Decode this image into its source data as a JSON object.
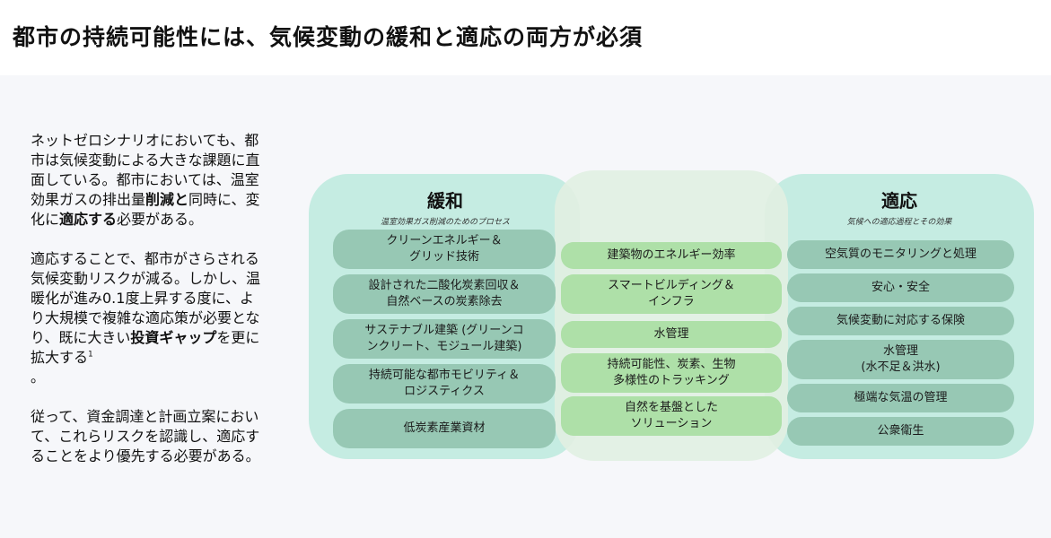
{
  "title": "都市の持続可能性には、気候変動の緩和と適応の両方が必須",
  "left_text": {
    "p1_a": "ネットゼロシナリオにおいても、都市は気候変動による大きな課題に直面している。都市においては、温室効果ガスの排出量",
    "p1_b1": "削減と",
    "p1_c": "同時に、変化に",
    "p1_b2": "適応する",
    "p1_d": "必要がある。",
    "p2_a": "適応することで、都市がさらされる気候変動リスクが減る。しかし、温暖化が進み0.1度上昇する度に、より大規模で複雑な適応策が必要となり、既に大きい",
    "p2_b": "投資ギャップ",
    "p2_c": "を更に拡大する",
    "p2_sup": "1",
    "p2_end": "。",
    "p3": "従って、資金調達と計画立案において、これらリスクを認識し、適応することをより優先する必要がある。"
  },
  "mitigation": {
    "title": "緩和",
    "subtitle": "温室効果ガス削減のためのプロセス",
    "items": [
      "クリーンエネルギー＆\nグリッド技術",
      "設計された二酸化炭素回収＆\n自然ベースの炭素除去",
      "サステナブル建築 (グリーンコ\nンクリート、モジュール建築)",
      "持続可能な都市モビリティ＆\nロジスティクス",
      "低炭素産業資材"
    ]
  },
  "shared": {
    "items": [
      "建築物のエネルギー効率",
      "スマートビルディング＆\nインフラ",
      "水管理",
      "持続可能性、炭素、生物\n多様性のトラッキング",
      "自然を基盤とした\nソリューション"
    ]
  },
  "adaptation": {
    "title": "適応",
    "subtitle": "気候への適応過程とその効果",
    "items": [
      "空気質のモニタリングと処理",
      "安心・安全",
      "気候変動に対応する保険",
      "水管理\n(水不足＆洪水)",
      "極端な気温の管理",
      "公衆衛生"
    ]
  },
  "colors": {
    "panel_teal": "#c5ece2",
    "pill_teal": "#97c8b4",
    "overlap_green": "#e1f0e2",
    "pill_green": "#aee0a8",
    "background": "#f6f7fa"
  }
}
